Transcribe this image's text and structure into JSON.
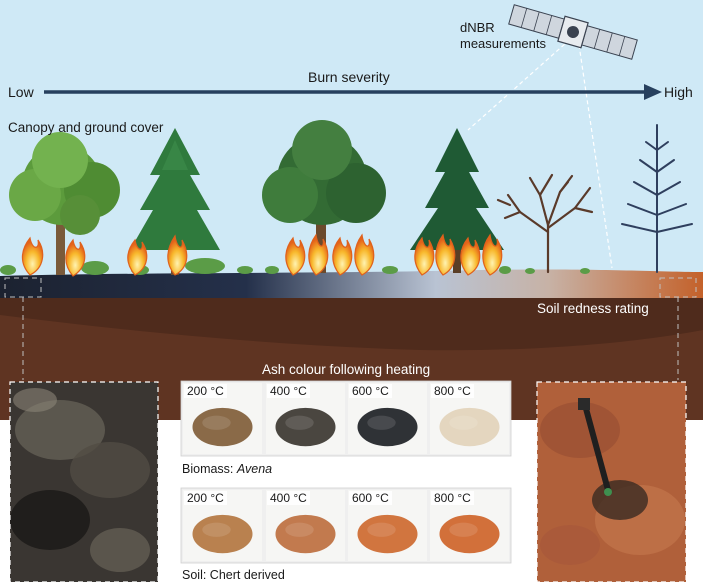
{
  "severity_axis": {
    "low": "Low",
    "high": "High",
    "title": "Burn severity"
  },
  "satellite_label_line1": "dNBR",
  "satellite_label_line2": "measurements",
  "canopy_label": "Canopy and ground cover",
  "soil_redness_label": "Soil redness rating",
  "ash_title": "Ash colour following heating",
  "biomass_row": {
    "caption_prefix": "Biomass: ",
    "caption_species": "Avena",
    "temperatures": [
      "200 °C",
      "400 °C",
      "600 °C",
      "800 °C"
    ],
    "ash_colors": [
      "#8a6a48",
      "#4a4640",
      "#2f3236",
      "#e4d6bf"
    ]
  },
  "soil_row": {
    "caption": "Soil: Chert derived",
    "temperatures": [
      "200 °C",
      "400 °C",
      "600 °C",
      "800 °C"
    ],
    "ash_colors": [
      "#b9814f",
      "#c27a4e",
      "#d1753f",
      "#d2703a"
    ]
  },
  "colors": {
    "sky": "#cde8f5",
    "soil_dark": "#5a3422",
    "ground_low": "#1f2430",
    "ground_high": "#c5642a",
    "flame": "#f29a1d"
  }
}
